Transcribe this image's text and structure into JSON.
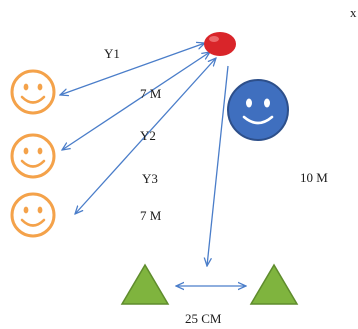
{
  "labels": {
    "y1": "Y1",
    "y2": "Y2",
    "y3": "Y3",
    "d1": "7 M",
    "d2": "7 M",
    "height": "10 M",
    "width": "25 CM",
    "corner": "x"
  },
  "colors": {
    "arrow": "#4a7dc9",
    "speaker_dot": "#d9252a",
    "listener_face": "#f4a24a",
    "blue_face": "#3f6fbf",
    "blue_face_outline": "#2d4f8a",
    "triangle_fill": "#7fb43e",
    "triangle_outline": "#5f8c2d"
  },
  "icons": {
    "listener": "smiley-face-icon",
    "observer": "smiley-face-icon",
    "source": "red-dot-icon",
    "marker": "triangle-icon"
  }
}
